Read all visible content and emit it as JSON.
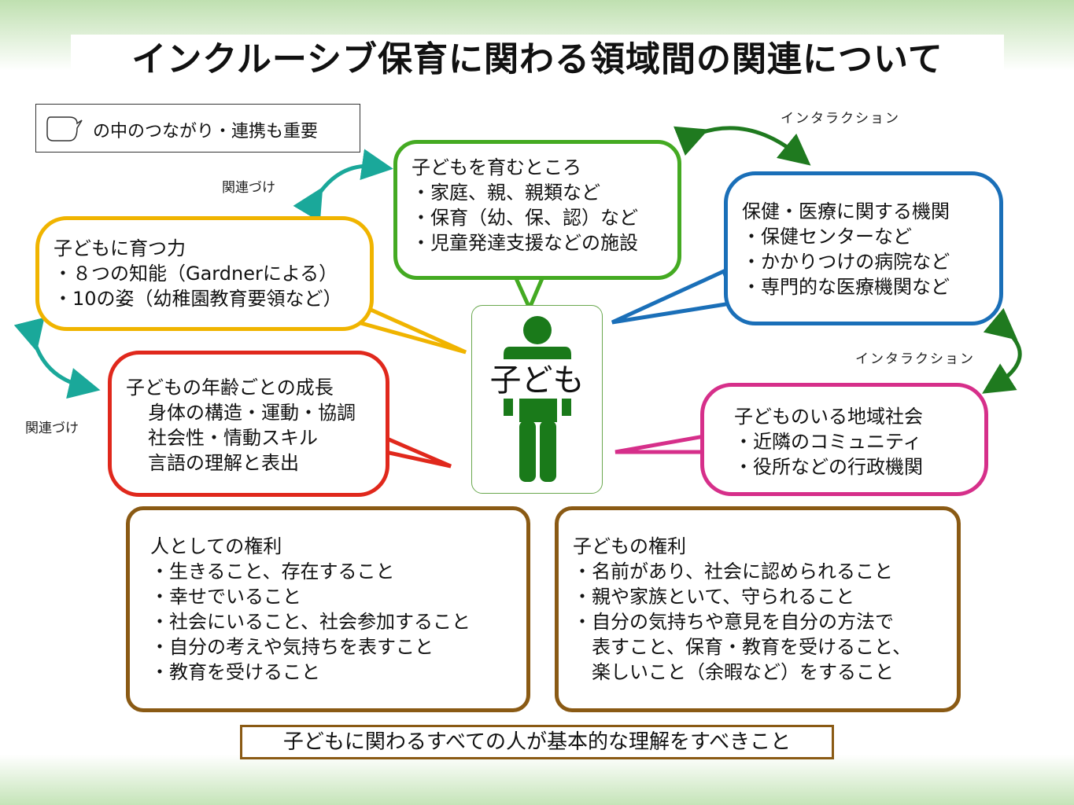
{
  "title": "インクルーシブ保育に関わる領域間の関連について",
  "legend": {
    "icon": "speech-bubble-icon",
    "text": "の中のつながり・連携も重要"
  },
  "labels": {
    "kanrenzuke_top": "関連づけ",
    "kanrenzuke_left": "関連づけ",
    "interaction_top": "インタラクション",
    "interaction_right": "インタラクション"
  },
  "center": {
    "label": "子ども",
    "icon": "child-person-icon"
  },
  "bubbles": {
    "nurture_place": {
      "title": "子どもを育むところ",
      "items": [
        "・家庭、親、親類など",
        "・保育（幼、保、認）など",
        "・児童発達支援などの施設"
      ],
      "color": "#44aa22"
    },
    "growing_power": {
      "title": "子どもに育つ力",
      "items": [
        "・８つの知能（Gardnerによる）",
        "・10の姿（幼稚園教育要領など）"
      ],
      "color": "#f0b400"
    },
    "health_medical": {
      "title": "保健・医療に関する機関",
      "items": [
        "・保健センターなど",
        "・かかりつけの病院など",
        "・専門的な医療機関など"
      ],
      "color": "#1a6fb8"
    },
    "age_growth": {
      "title": "子どもの年齢ごとの成長",
      "items": [
        "身体の構造・運動・協調",
        "社会性・情動スキル",
        "言語の理解と表出"
      ],
      "color": "#e0281c"
    },
    "community": {
      "title": "子どものいる地域社会",
      "items": [
        "・近隣のコミュニティ",
        "・役所などの行政機関"
      ],
      "color": "#d62f8a"
    }
  },
  "rights": {
    "human": {
      "title": "人としての権利",
      "items": [
        "・生きること、存在すること",
        "・幸せでいること",
        "・社会にいること、社会参加すること",
        "・自分の考えや気持ちを表すこと",
        "・教育を受けること"
      ]
    },
    "child": {
      "title": "子どもの権利",
      "items": [
        "・名前があり、社会に認められること",
        "・親や家族といて、守られること",
        "・自分の気持ちや意見を自分の方法で",
        "　表すこと、保育・教育を受けること、",
        "　楽しいこと（余暇など）をすること"
      ]
    }
  },
  "bottom_note": "子どもに関わるすべての人が基本的な理解をすべきこと",
  "colors": {
    "teal_arrow": "#1aa89a",
    "green_arrow": "#1f7a1f",
    "brown": "#8a5a14",
    "child_green": "#1a7a1a"
  }
}
